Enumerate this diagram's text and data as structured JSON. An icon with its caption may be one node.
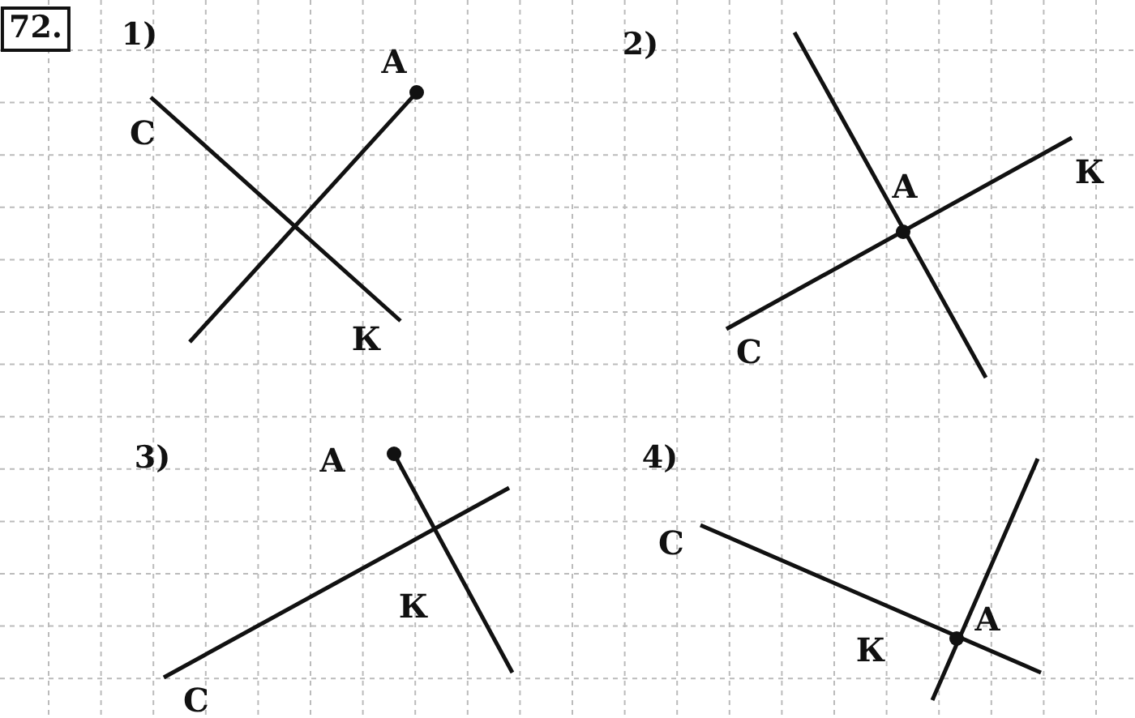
{
  "diagram": {
    "labels": [
      "72.",
      "1)",
      "А",
      "С",
      "К",
      "2)",
      "К",
      "А",
      "С",
      "3)",
      "А",
      "К",
      "С",
      "4)",
      "С",
      "А",
      "К"
    ]
  }
}
